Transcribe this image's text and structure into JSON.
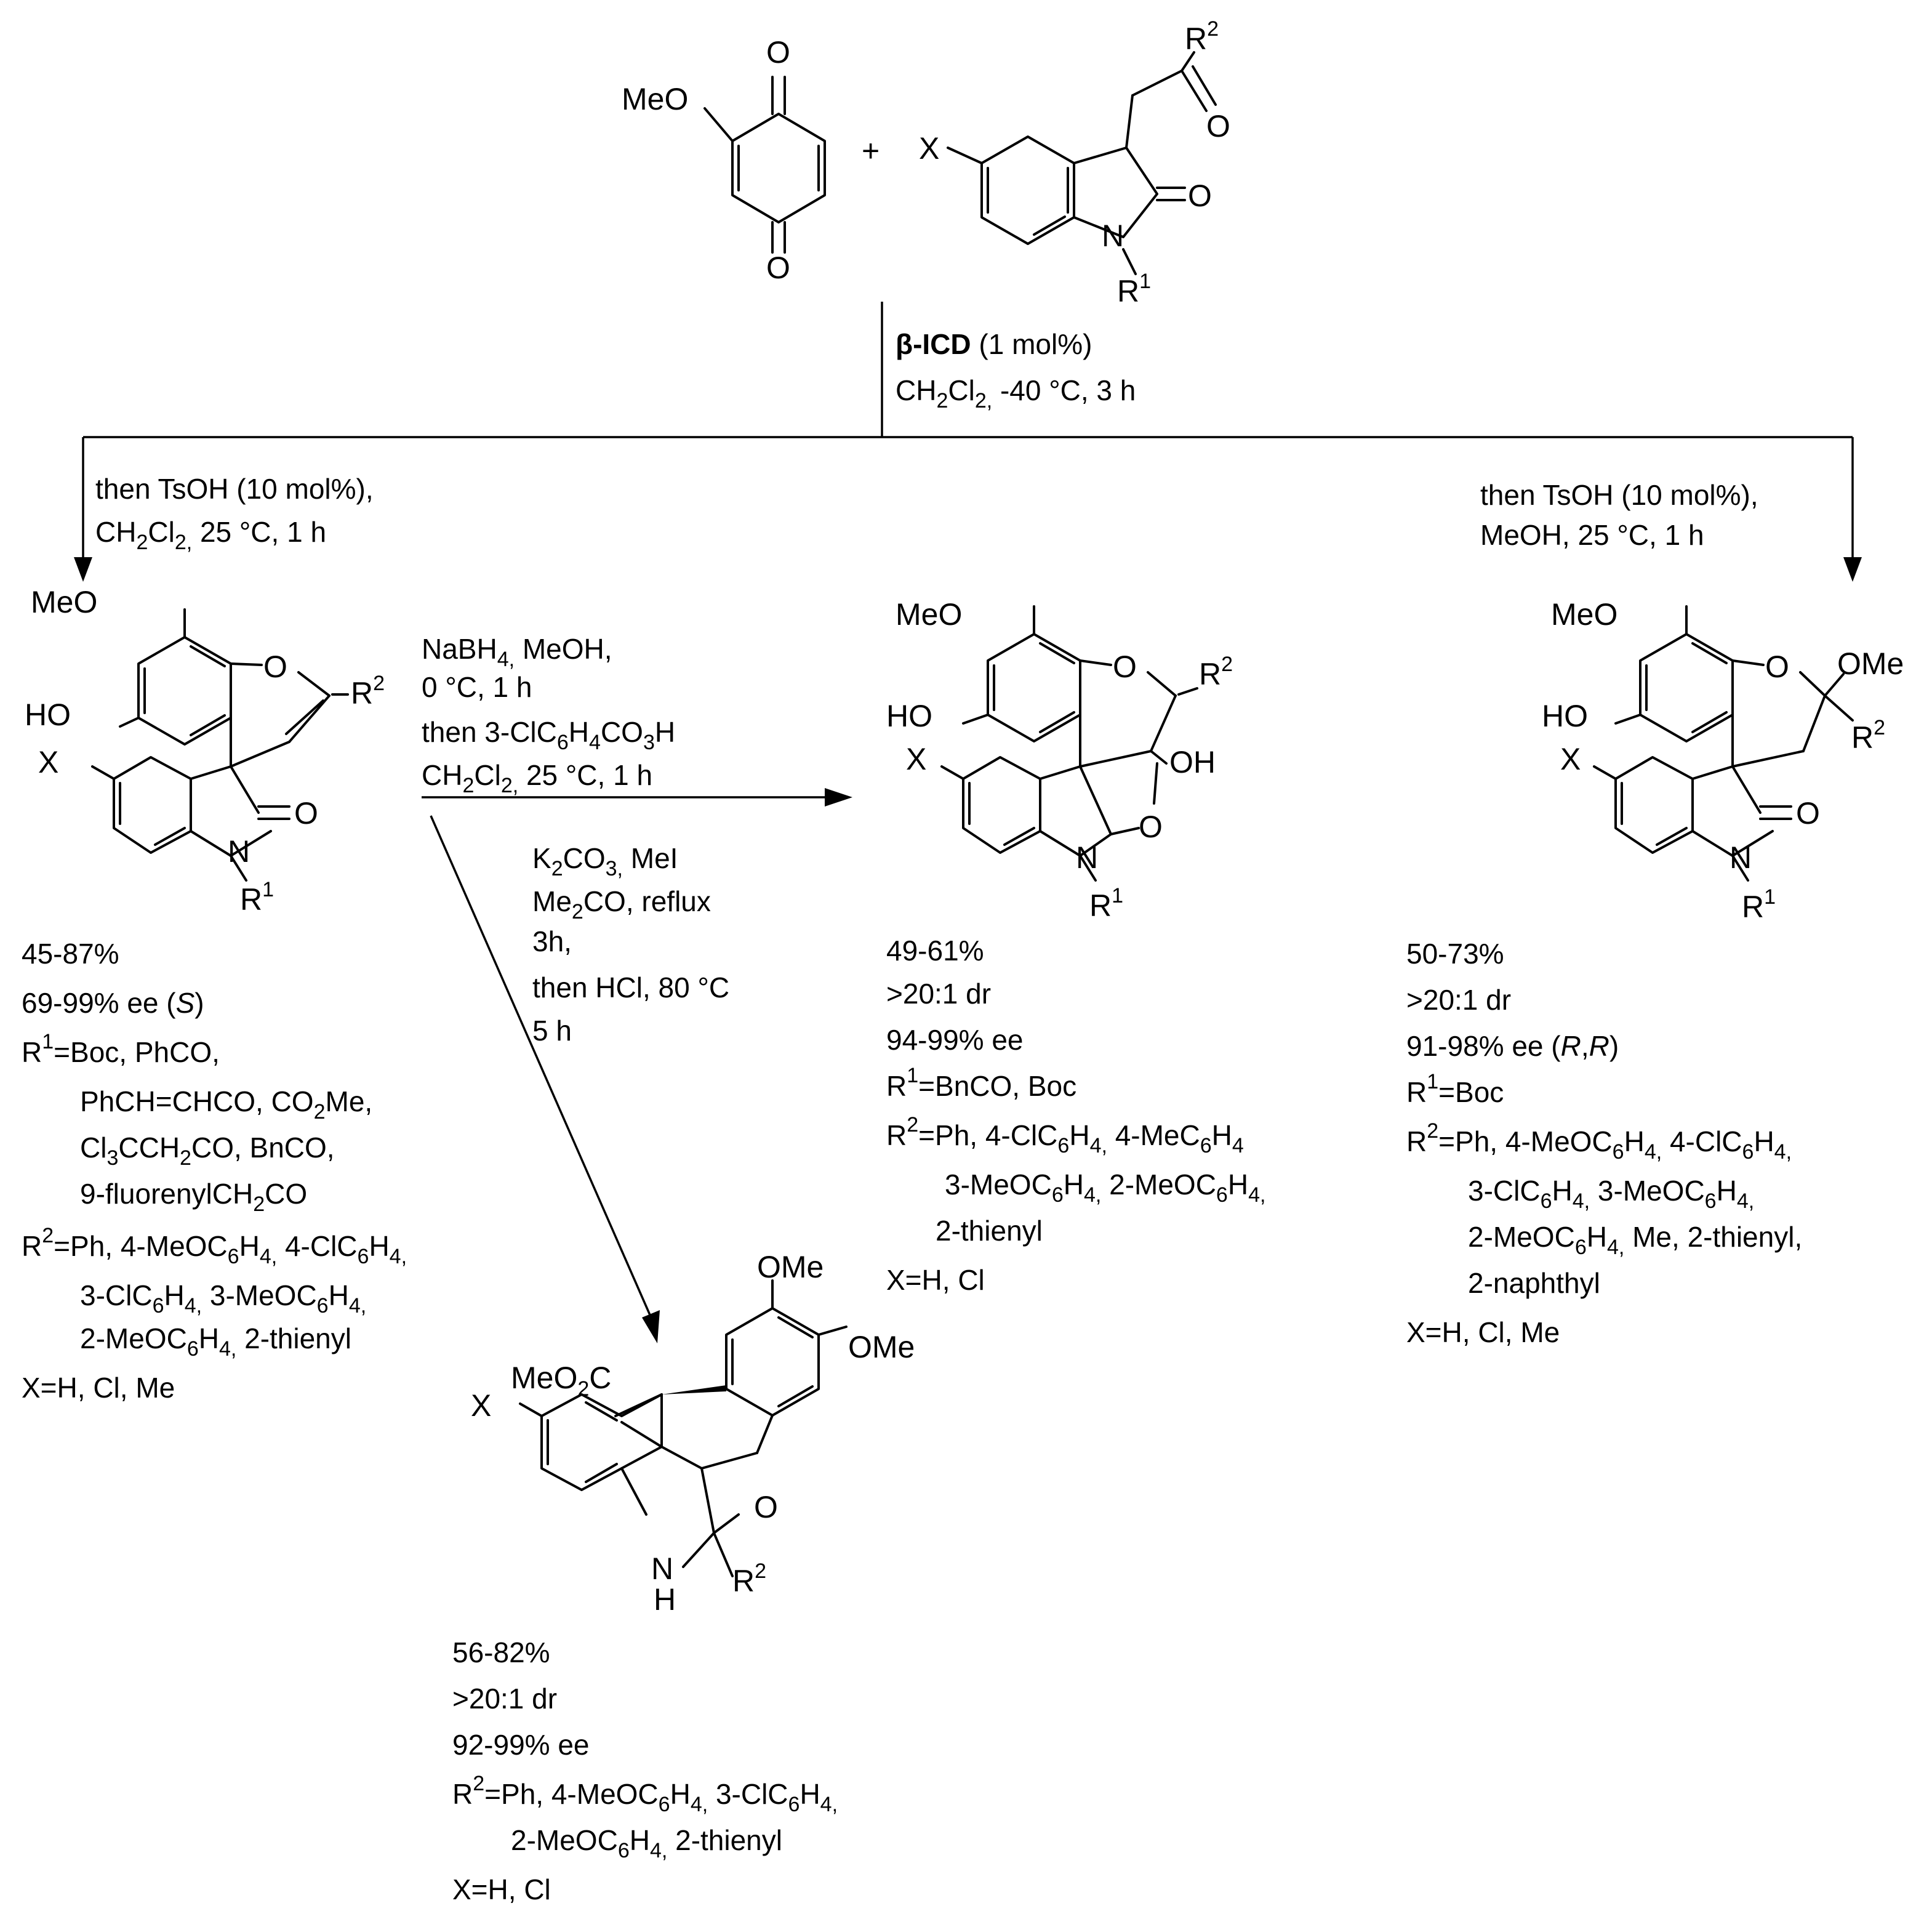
{
  "atoms": {
    "O": "O",
    "N": "N",
    "H": "H",
    "X": "X",
    "R": "R",
    "sup1": "1",
    "sup2": "2",
    "MeO": "MeO",
    "HO": "HO",
    "OH": "OH",
    "OMe": "OMe",
    "MeO2C": "MeO",
    "MeO2C_sub": "2",
    "MeO2C_tail": "C",
    "plus": "+"
  },
  "reagents": {
    "catalyst_name": "β-ICD",
    "catalyst_loading": " (1 mol%)",
    "solvent_line": "CH",
    "solvent_sub1": "2",
    "solvent_mid": "Cl",
    "solvent_sub2": "2,",
    "solvent_tail": " -40 °C, 3 h"
  },
  "branch_left": {
    "line1": "then TsOH (10 mol%),",
    "line2_a": "CH",
    "line2_sub1": "2",
    "line2_b": "Cl",
    "line2_sub2": "2,",
    "line2_c": " 25 °C, 1 h"
  },
  "branch_right": {
    "line1": "then TsOH (10 mol%),",
    "line2": "MeOH, 25 °C, 1 h"
  },
  "branch_middle": {
    "line1_a": "NaBH",
    "line1_sub": "4,",
    "line1_b": " MeOH,",
    "line2": "0 °C, 1 h",
    "line3_a": "then 3-ClC",
    "line3_sub1": "6",
    "line3_b": "H",
    "line3_sub2": "4",
    "line3_c": "CO",
    "line3_sub3": "3",
    "line3_d": "H",
    "line4_a": "CH",
    "line4_sub1": "2",
    "line4_b": "Cl",
    "line4_sub2": "2,",
    "line4_c": " 25 °C, 1 h"
  },
  "branch_down": {
    "line1_a": "K",
    "line1_sub1": "2",
    "line1_b": "CO",
    "line1_sub2": "3,",
    "line1_c": " MeI",
    "line2_a": "Me",
    "line2_sub": "2",
    "line2_b": "CO, reflux",
    "line3": "3h,",
    "line4": "then HCl, 80 °C",
    "line5": "5 h"
  },
  "product_left": {
    "yield": "45-87%",
    "ee_a": "69-99% ee (",
    "ee_b": "S",
    "ee_c": ")",
    "r1_a": "=Boc, PhCO,",
    "r1_line2_a": "PhCH=CHCO, CO",
    "r1_line2_sub": "2",
    "r1_line2_b": "Me,",
    "r1_line3_a": "Cl",
    "r1_line3_sub1": "3",
    "r1_line3_b": "CCH",
    "r1_line3_sub2": "2",
    "r1_line3_c": "CO, BnCO,",
    "r1_line4": "9-fluorenylCH",
    "r1_line4_sub": "2",
    "r1_line4_b": "CO",
    "r2_a": "=Ph, 4-MeOC",
    "r2_s1": "6",
    "r2_b": "H",
    "r2_s2": "4,",
    "r2_c": " 4-ClC",
    "r2_s3": "6",
    "r2_d": "H",
    "r2_s4": "4,",
    "r2_line2_a": "3-ClC",
    "r2_line2_s1": "6",
    "r2_line2_b": "H",
    "r2_line2_s2": "4,",
    "r2_line2_c": " 3-MeOC",
    "r2_line2_s3": "6",
    "r2_line2_d": "H",
    "r2_line2_s4": "4,",
    "r2_line3_a": "2-MeOC",
    "r2_line3_s1": "6",
    "r2_line3_b": "H",
    "r2_line3_s2": "4,",
    "r2_line3_c": " 2-thienyl",
    "x": "X=H, Cl, Me"
  },
  "product_middle": {
    "yield": "49-61%",
    "dr": ">20:1 dr",
    "ee": "94-99% ee",
    "r1": "=BnCO, Boc",
    "r2_a": "=Ph, 4-ClC",
    "r2_s1": "6",
    "r2_b": "H",
    "r2_s2": "4,",
    "r2_c": " 4-MeC",
    "r2_s3": "6",
    "r2_d": "H",
    "r2_s4": "4",
    "r2_line2_a": "3-MeOC",
    "r2_line2_s1": "6",
    "r2_line2_b": "H",
    "r2_line2_s2": "4,",
    "r2_line2_c": " 2-MeOC",
    "r2_line2_s3": "6",
    "r2_line2_d": "H",
    "r2_line2_s4": "4,",
    "r2_line3": "2-thienyl",
    "x": "X=H, Cl"
  },
  "product_right": {
    "yield": "50-73%",
    "dr": ">20:1 dr",
    "ee_a": "91-98% ee (",
    "ee_b": "R",
    "ee_c": ",",
    "ee_d": "R",
    "ee_e": ")",
    "r1": "=Boc",
    "r2_a": "=Ph, 4-MeOC",
    "r2_s1": "6",
    "r2_b": "H",
    "r2_s2": "4,",
    "r2_c": " 4-ClC",
    "r2_s3": "6",
    "r2_d": "H",
    "r2_s4": "4,",
    "r2_line2_a": "3-ClC",
    "r2_line2_s1": "6",
    "r2_line2_b": "H",
    "r2_line2_s2": "4,",
    "r2_line2_c": " 3-MeOC",
    "r2_line2_s3": "6",
    "r2_line2_d": "H",
    "r2_line2_s4": "4,",
    "r2_line3_a": "2-MeOC",
    "r2_line3_s1": "6",
    "r2_line3_b": "H",
    "r2_line3_s2": "4,",
    "r2_line3_c": " Me, 2-thienyl,",
    "r2_line4": "2-naphthyl",
    "x": "X=H, Cl, Me"
  },
  "product_bottom": {
    "yield": "56-82%",
    "dr": ">20:1 dr",
    "ee": "92-99% ee",
    "r2_a": "=Ph, 4-MeOC",
    "r2_s1": "6",
    "r2_b": "H",
    "r2_s2": "4,",
    "r2_c": " 3-ClC",
    "r2_s3": "6",
    "r2_d": "H",
    "r2_s4": "4,",
    "r2_line2_a": "2-MeOC",
    "r2_line2_s1": "6",
    "r2_line2_b": "H",
    "r2_line2_s2": "4,",
    "r2_line2_c": " 2-thienyl",
    "x": "X=H, Cl"
  }
}
